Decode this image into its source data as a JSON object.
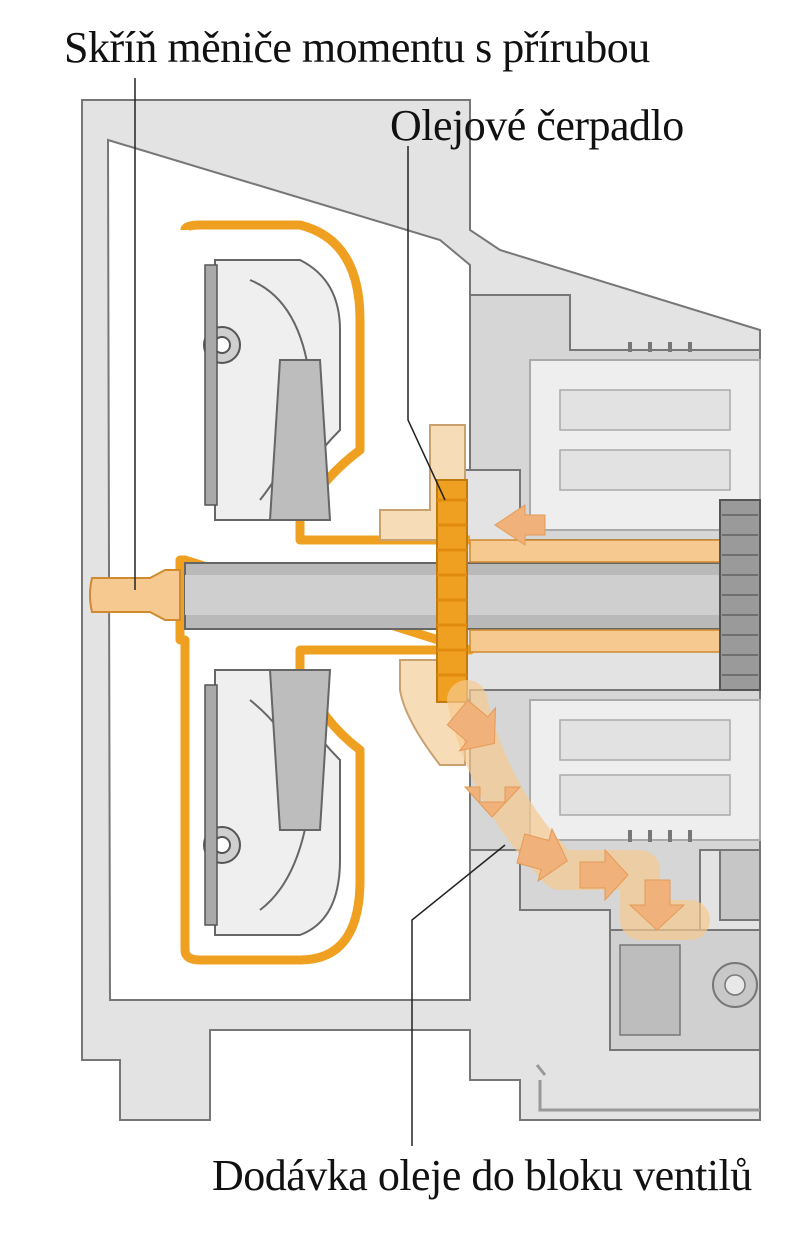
{
  "labels": {
    "housing": "Skříň měniče momentu s přírubou",
    "pump": "Olejové čerpadlo",
    "delivery": "Dodávka oleje do bloku ventilů"
  },
  "colors": {
    "housing_gray": "#d9d9d9",
    "metal_gray": "#c4c4c4",
    "dark_gray": "#9a9a9a",
    "light_gray": "#ececec",
    "oil_orange": "#f0a020",
    "oil_light": "#f5c98f",
    "arrow_orange": "#f0b27a",
    "outline": "#555555"
  },
  "icons": {
    "oil_flow_arrow": "arrow-icon"
  }
}
